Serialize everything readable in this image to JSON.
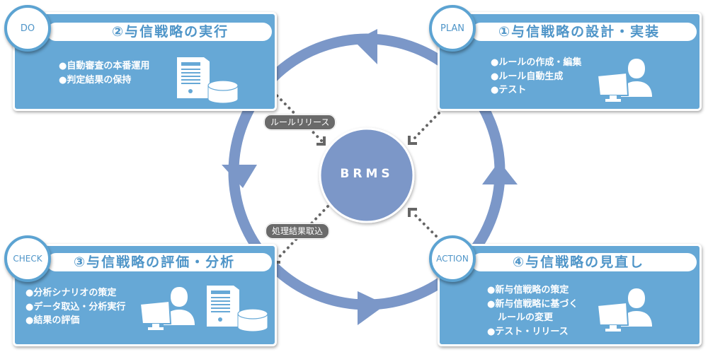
{
  "center": {
    "label": "BRMS"
  },
  "connectors": {
    "release_label": "ルールリリース",
    "import_label": "処理結果取込"
  },
  "colors": {
    "panel": "#66a8d6",
    "ring": "#7b97c8",
    "badge_border": "#5ca3d2",
    "title_text": "#4f95c8",
    "pill": "#6a6a6a"
  },
  "phases": {
    "plan": {
      "badge": "PLAN",
      "title": "①与信戦略の設計・実装",
      "items": [
        "●ルールの作成・編集",
        "●ルール自動生成",
        "●テスト"
      ],
      "icons": [
        "user-at-computer-icon"
      ]
    },
    "do": {
      "badge": "DO",
      "title": "②与信戦略の実行",
      "items": [
        "●自動審査の本番運用",
        "●判定結果の保持"
      ],
      "icons": [
        "server-database-icon"
      ]
    },
    "check": {
      "badge": "CHECK",
      "title": "③与信戦略の評価・分析",
      "items": [
        "●分析シナリオの策定",
        "●データ取込・分析実行",
        "●結果の評価"
      ],
      "icons": [
        "user-at-computer-icon",
        "server-database-icon"
      ]
    },
    "action": {
      "badge": "ACTION",
      "title": "④与信戦略の見直し",
      "items": [
        "●新与信戦略の策定",
        "●新与信戦略に基づく",
        "ルールの変更",
        "●テスト・リリース"
      ],
      "icons": [
        "user-at-computer-icon"
      ]
    }
  },
  "cycle": {
    "direction": "counterclockwise",
    "order": [
      "PLAN",
      "DO",
      "CHECK",
      "ACTION"
    ]
  }
}
